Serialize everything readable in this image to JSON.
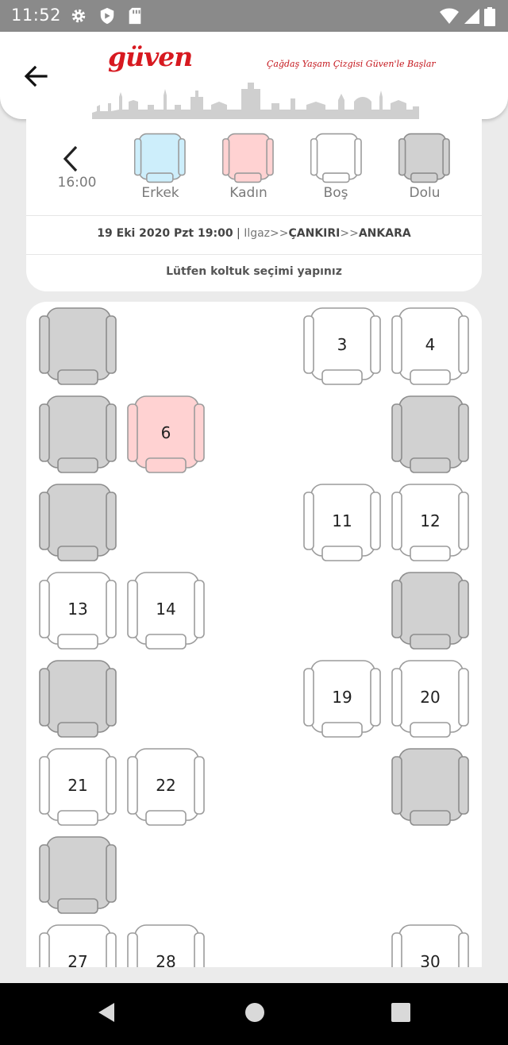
{
  "status_bar": {
    "time": "11:52",
    "left_icons": [
      "gear-icon",
      "shield-icon",
      "sd-card-icon"
    ],
    "right_icons": [
      "wifi-icon",
      "signal-icon",
      "battery-icon"
    ]
  },
  "header": {
    "logo_text": "güven",
    "tagline": "Çağdaş Yaşam Çizgisi Güven'le Başlar",
    "back_icon": "arrow-left-icon"
  },
  "legend": {
    "prev_time": "16:00",
    "items": [
      {
        "label": "Erkek",
        "color": "#cdeefb"
      },
      {
        "label": "Kadın",
        "color": "#ffd2d2"
      },
      {
        "label": "Boş",
        "color": "#ffffff"
      },
      {
        "label": "Dolu",
        "color": "#d1d1d1"
      }
    ]
  },
  "trip": {
    "datetime": "19 Eki 2020 Pzt 19:00",
    "separator": " | ",
    "from": "Ilgaz",
    "arrow": ">>",
    "via": "ÇANKIRI",
    "to": "ANKARA"
  },
  "hint": "Lütfen koltuk seçimi yapınız",
  "seat_colors": {
    "occupied": "#d1d1d1",
    "empty": "#ffffff",
    "female": "#ffd2d2",
    "male": "#cdeefb"
  },
  "seats": [
    {
      "col": 0,
      "row": 0,
      "number": "",
      "status": "occupied"
    },
    {
      "col": 3,
      "row": 0,
      "number": "3",
      "status": "empty"
    },
    {
      "col": 4,
      "row": 0,
      "number": "4",
      "status": "empty"
    },
    {
      "col": 0,
      "row": 1,
      "number": "",
      "status": "occupied"
    },
    {
      "col": 1,
      "row": 1,
      "number": "6",
      "status": "female"
    },
    {
      "col": 4,
      "row": 1,
      "number": "",
      "status": "occupied"
    },
    {
      "col": 0,
      "row": 2,
      "number": "",
      "status": "occupied"
    },
    {
      "col": 3,
      "row": 2,
      "number": "11",
      "status": "empty"
    },
    {
      "col": 4,
      "row": 2,
      "number": "12",
      "status": "empty"
    },
    {
      "col": 0,
      "row": 3,
      "number": "13",
      "status": "empty"
    },
    {
      "col": 1,
      "row": 3,
      "number": "14",
      "status": "empty"
    },
    {
      "col": 4,
      "row": 3,
      "number": "",
      "status": "occupied"
    },
    {
      "col": 0,
      "row": 4,
      "number": "",
      "status": "occupied"
    },
    {
      "col": 3,
      "row": 4,
      "number": "19",
      "status": "empty"
    },
    {
      "col": 4,
      "row": 4,
      "number": "20",
      "status": "empty"
    },
    {
      "col": 0,
      "row": 5,
      "number": "21",
      "status": "empty"
    },
    {
      "col": 1,
      "row": 5,
      "number": "22",
      "status": "empty"
    },
    {
      "col": 4,
      "row": 5,
      "number": "",
      "status": "occupied"
    },
    {
      "col": 0,
      "row": 6,
      "number": "",
      "status": "occupied"
    },
    {
      "col": 0,
      "row": 7,
      "number": "27",
      "status": "empty"
    },
    {
      "col": 1,
      "row": 7,
      "number": "28",
      "status": "empty"
    },
    {
      "col": 4,
      "row": 7,
      "number": "30",
      "status": "empty"
    }
  ],
  "nav_bar": {
    "icons": [
      "back-triangle-icon",
      "home-circle-icon",
      "recents-square-icon"
    ]
  }
}
